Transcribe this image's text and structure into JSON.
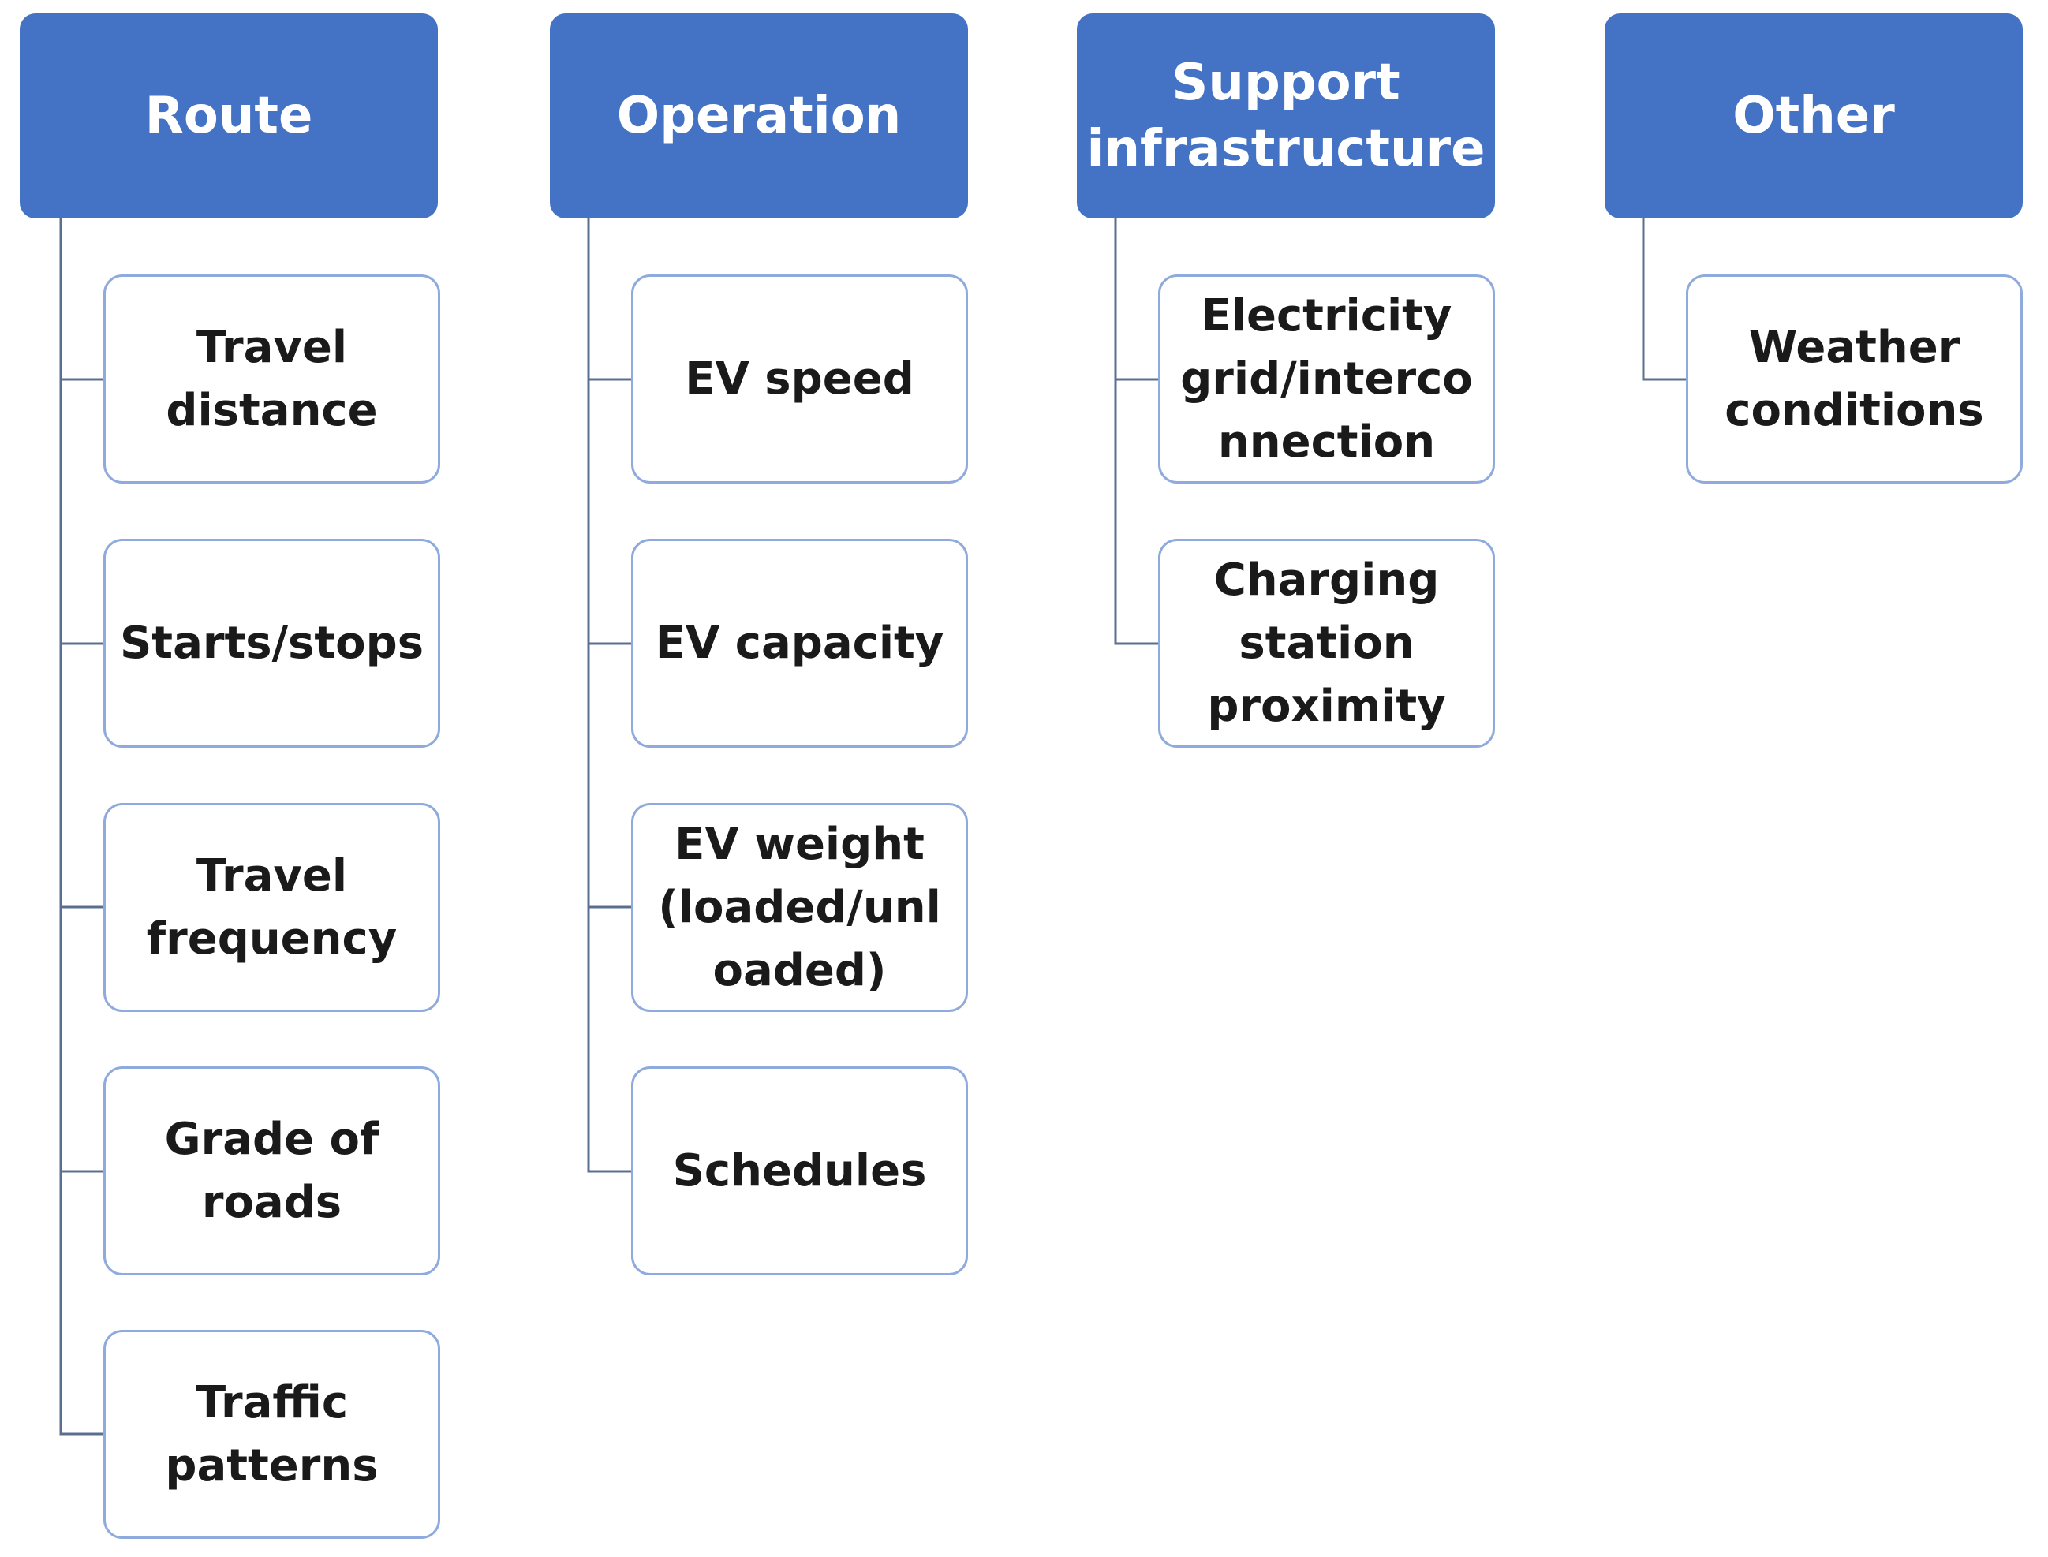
{
  "columns": [
    {
      "header": "Route",
      "children": [
        "Travel\ndistance",
        "Starts/stops",
        "Travel\nfrequency",
        "Grade of\nroads",
        "Traffic\npatterns"
      ]
    },
    {
      "header": "Operation",
      "children": [
        "EV speed",
        "EV capacity",
        "EV weight\n(loaded/unl\noaded)",
        "Schedules"
      ]
    },
    {
      "header": "Support\ninfrastructure",
      "children": [
        "Electricity\ngrid/interco\nnnection",
        "Charging\nstation\nproximity"
      ]
    },
    {
      "header": "Other",
      "children": [
        "Weather\nconditions"
      ]
    }
  ],
  "colors": {
    "header_fill": "#4472c4",
    "header_text": "#ffffff",
    "child_border": "#8faadc",
    "child_text": "#1a1a1a",
    "connector": "#5a6f8f"
  }
}
